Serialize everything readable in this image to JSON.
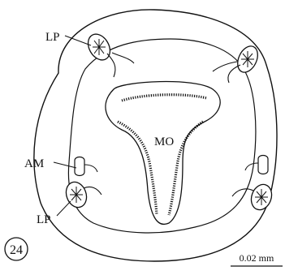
{
  "figure": {
    "number": "24",
    "scale_bar_label": "0.02 mm"
  },
  "labels": {
    "lp_top": "LP",
    "am": "AM",
    "lp_bottom": "LP",
    "mo": "MO"
  },
  "colors": {
    "ink": "#111111",
    "background": "#ffffff"
  }
}
